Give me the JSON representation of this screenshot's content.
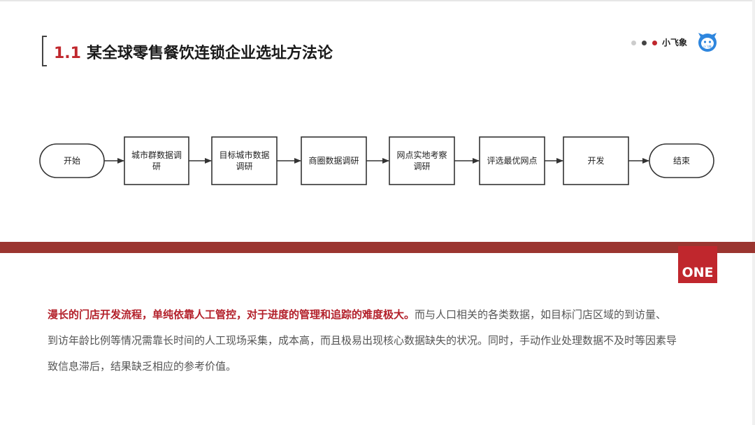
{
  "header": {
    "number": "1.1",
    "title": "某全球零售餐饮连锁企业选址方法论",
    "brand_name": "小飞象",
    "logo_caption": "小飞象"
  },
  "colors": {
    "accent": "#c0272d",
    "band": "#9b3530",
    "dot_colors": [
      "#cccccc",
      "#444444",
      "#c0272d"
    ]
  },
  "flow": {
    "start": "开始",
    "steps": [
      [
        "城市群数据调",
        "研"
      ],
      [
        "目标城市数据",
        "调研"
      ],
      [
        "商圈数据调研"
      ],
      [
        "网点实地考察",
        "调研"
      ],
      [
        "评选最优网点"
      ],
      [
        "开发"
      ]
    ],
    "end": "结束"
  },
  "badge": "ONE",
  "paragraph": {
    "highlight": "漫长的门店开发流程，单纯依靠人工管控，对于进度的管理和追踪的难度极大。",
    "rest": "而与人口相关的各类数据，如目标门店区域的到访量、到访年龄比例等情况需靠长时间的人工现场采集，成本高，而且极易出现核心数据缺失的状况。同时，手动作业处理数据不及时等因素导致信息滞后，结果缺乏相应的参考价值。"
  }
}
